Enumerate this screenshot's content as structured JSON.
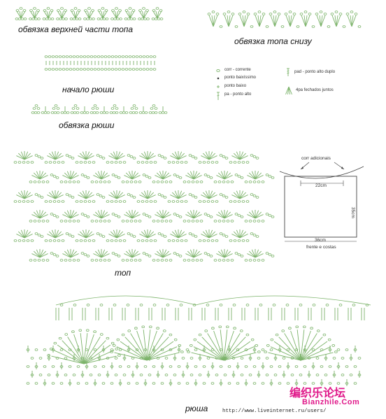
{
  "captions": {
    "top_edging": "обвязка верхней части топа",
    "bottom_edging": "обвязка топа снизу",
    "ruffle_start": "начало рюши",
    "ruffle_edging": "обвязка рюши",
    "top": "топ",
    "ruffle": "рюша"
  },
  "legend": [
    {
      "symbol": "chain",
      "label": "corr - corrente"
    },
    {
      "symbol": "slip-stitch",
      "label": "ponto baixíssimo"
    },
    {
      "symbol": "single-crochet",
      "label": "ponto baixo"
    },
    {
      "symbol": "double-crochet",
      "label": "pa - ponto alto"
    },
    {
      "symbol": "treble-crochet",
      "label": "pad - ponto alto duplo"
    },
    {
      "symbol": "cluster-4",
      "label": "4pa fechados juntos"
    }
  ],
  "schematic": {
    "extra_chains": "corr adicionais",
    "top_width": "22cm",
    "height": "35cm",
    "bottom_width": "36cm",
    "subtitle": "frente e costas"
  },
  "watermark": {
    "site_cn": "编织乐论坛",
    "site_en": "Bianzhile.Com",
    "url": "http://www.liveinternet.ru/users/"
  },
  "colors": {
    "stitch": "#7cb36a",
    "stitch_dark": "#5e9a50",
    "text": "#111111",
    "watermark": "#e0198a"
  }
}
